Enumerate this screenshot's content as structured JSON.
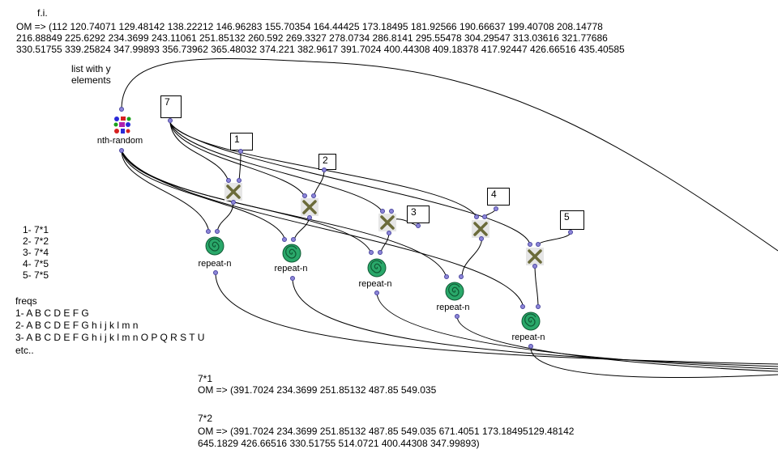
{
  "header": {
    "label": "f.i.",
    "om_line1": "OM => (112 120.74071 129.48142 138.22212 146.96283 155.70354 164.44425 173.18495 181.92566 190.66637 199.40708 208.14778",
    "om_line2": "216.88849 225.6292 234.3699 243.11061 251.85132 260.592 269.3327 278.0734 286.8141 295.55478 304.29547 313.03616 321.77686",
    "om_line3": "330.51755 339.25824 347.99893 356.73962 365.48032 374.221 382.9617 391.7024 400.44308 409.18378 417.92447 426.66516 435.40585"
  },
  "comment_list": "list with y\nelements",
  "nth_random": {
    "label": "nth-random",
    "icon": "dice-icon"
  },
  "numboxes": {
    "seven": "7",
    "n1": "1",
    "n2": "2",
    "n3": "3",
    "n4": "4",
    "n5": "5"
  },
  "times_boxes": {
    "icon": "times-icon",
    "color": "#6b6b3a"
  },
  "repeat": {
    "r1": "repeat-n",
    "r2": "repeat-n",
    "r3": "repeat-n",
    "r4": "repeat-n",
    "r5": "repeat-n",
    "icon": "spiral-icon",
    "color": "#2aa86a"
  },
  "multipliers": {
    "m1": "1- 7*1",
    "m2": "2- 7*2",
    "m3": "3- 7*4",
    "m4": "4- 7*5",
    "m5": "5- 7*5"
  },
  "freqs": {
    "title": "freqs",
    "l1": "1- A B C D E F G",
    "l2": "2- A B C D E F G h i j k l m n",
    "l3": "3- A B C D E F G h i j k l m n O P Q R S T U",
    "etc": "etc.."
  },
  "result1": {
    "title": "7*1",
    "line": "OM => (391.7024 234.3699 251.85132 487.85 549.035"
  },
  "result2": {
    "title": "7*2",
    "line1": "OM => (391.7024 234.3699 251.85132 487.85 549.035 671.4051 173.18495129.48142",
    "line2": "645.1829 426.66516 330.51755 514.0721 400.44308 347.99893)"
  },
  "colors": {
    "inlet": "#8d86d8",
    "wire": "#000000"
  }
}
